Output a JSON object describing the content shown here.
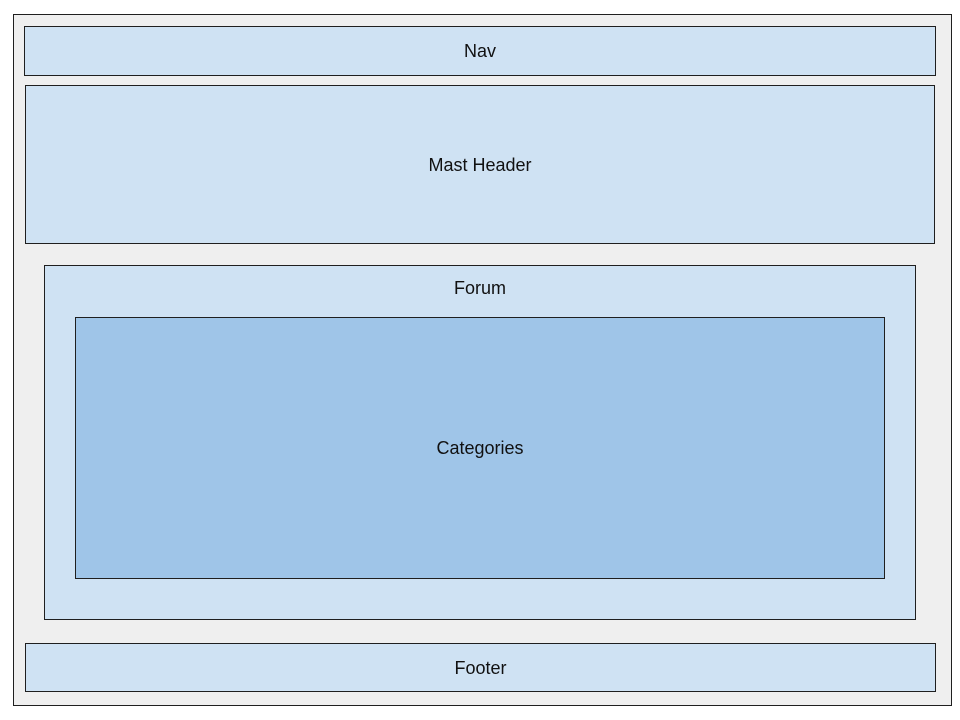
{
  "colors": {
    "outer_fill": "#efefef",
    "section_fill": "#cfe2f3",
    "categories_fill": "#9fc5e8",
    "border": "#1f1f1f"
  },
  "nav": {
    "label": "Nav"
  },
  "mast_header": {
    "label": "Mast Header"
  },
  "forum": {
    "label": "Forum",
    "categories": {
      "label": "Categories"
    }
  },
  "footer": {
    "label": "Footer"
  }
}
